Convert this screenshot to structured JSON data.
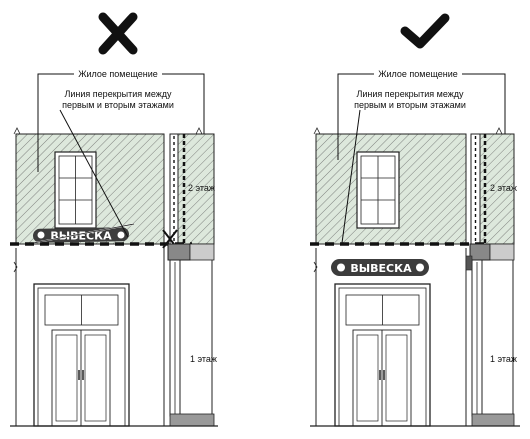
{
  "labels": {
    "living_space": "Жилое помещение",
    "floor_line_1": "Линия перекрытия между",
    "floor_line_2": "первым и вторым этажами",
    "floor_2": "2 этаж",
    "floor_1": "1 этаж",
    "sign": "ВЫВЕСКА"
  },
  "panels": [
    {
      "verdict": "incorrect",
      "mark": "cross-mark"
    },
    {
      "verdict": "correct",
      "mark": "check-mark"
    }
  ],
  "colors": {
    "hatch_bg": "#dde8dc",
    "line": "#1a1a1a",
    "sign_bg": "#3c3c3c"
  }
}
